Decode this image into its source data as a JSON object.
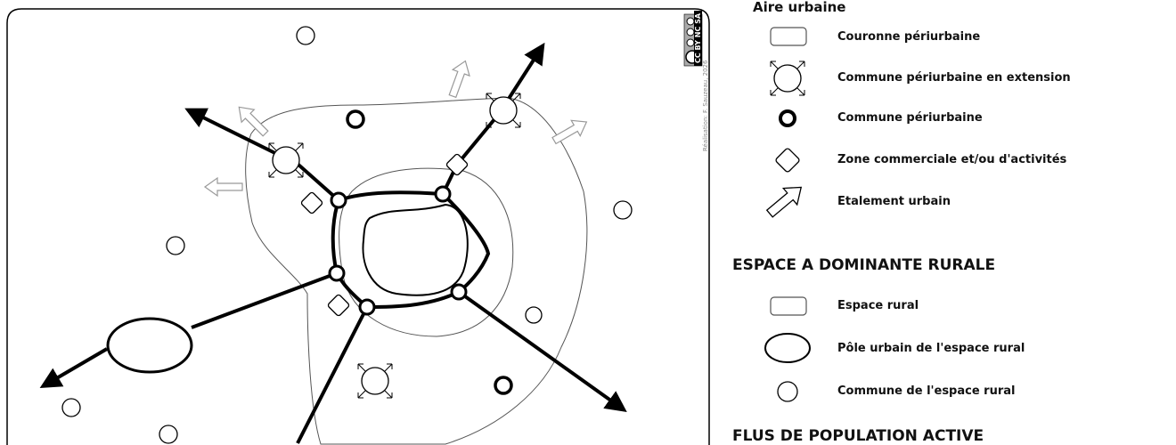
{
  "legend": {
    "aire_urbaine_title": "Aire urbaine",
    "aire_urbaine_items": [
      "Couronne périurbaine",
      "Commune périurbaine en extension",
      "Commune périurbaine",
      "Zone commerciale et/ou d'activités",
      "Etalement urbain"
    ],
    "rural_title": "ESPACE A DOMINANTE RURALE",
    "rural_items": [
      "Espace rural",
      "Pôle urbain de l'espace rural",
      "Commune de l'espace rural"
    ],
    "flux_title": "FLUS DE POPULATION ACTIVE"
  },
  "credit": "Réalisation: F. Sauzeau, 2026",
  "license": "CC BY NC SA"
}
